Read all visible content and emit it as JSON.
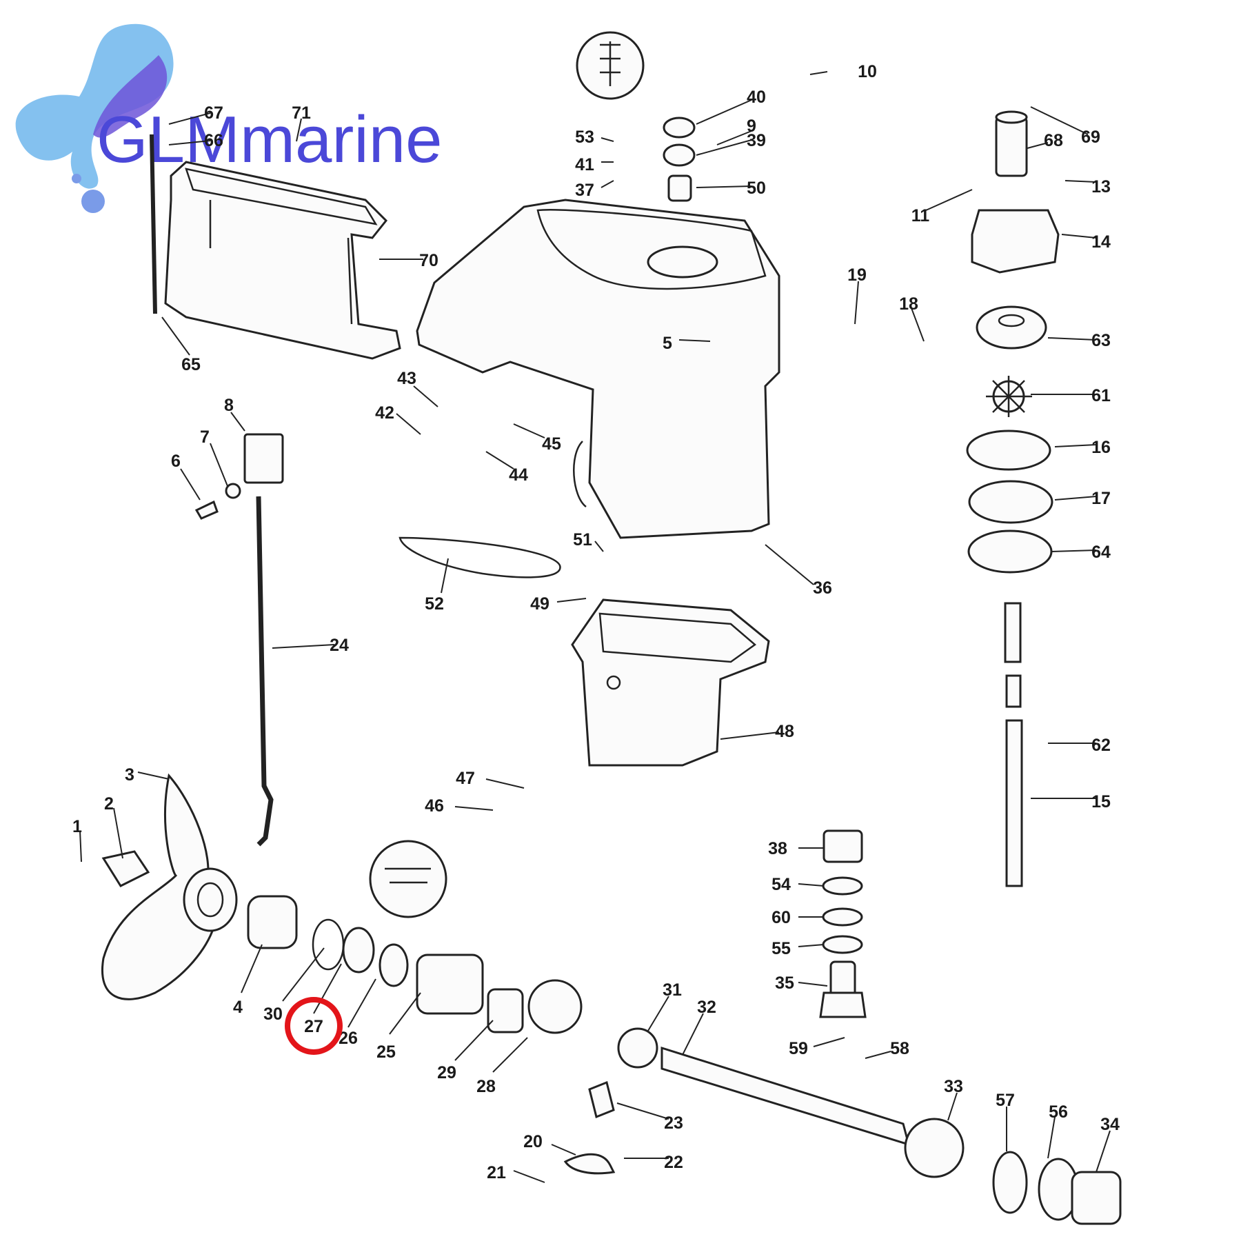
{
  "brand": {
    "name": "GLMmarine",
    "color": "#4b48d8"
  },
  "highlight": {
    "part": "27",
    "color": "#e3151a"
  },
  "callouts": [
    "1",
    "2",
    "3",
    "4",
    "5",
    "6",
    "7",
    "8",
    "9",
    "10",
    "11",
    "13",
    "14",
    "15",
    "16",
    "17",
    "18",
    "19",
    "20",
    "21",
    "22",
    "23",
    "24",
    "25",
    "26",
    "27",
    "28",
    "29",
    "30",
    "31",
    "32",
    "33",
    "34",
    "35",
    "36",
    "37",
    "38",
    "39",
    "40",
    "41",
    "42",
    "43",
    "44",
    "45",
    "46",
    "47",
    "48",
    "49",
    "50",
    "51",
    "52",
    "53",
    "54",
    "55",
    "56",
    "57",
    "58",
    "59",
    "60",
    "61",
    "62",
    "63",
    "64",
    "65",
    "66",
    "67",
    "68",
    "69",
    "70",
    "71"
  ]
}
